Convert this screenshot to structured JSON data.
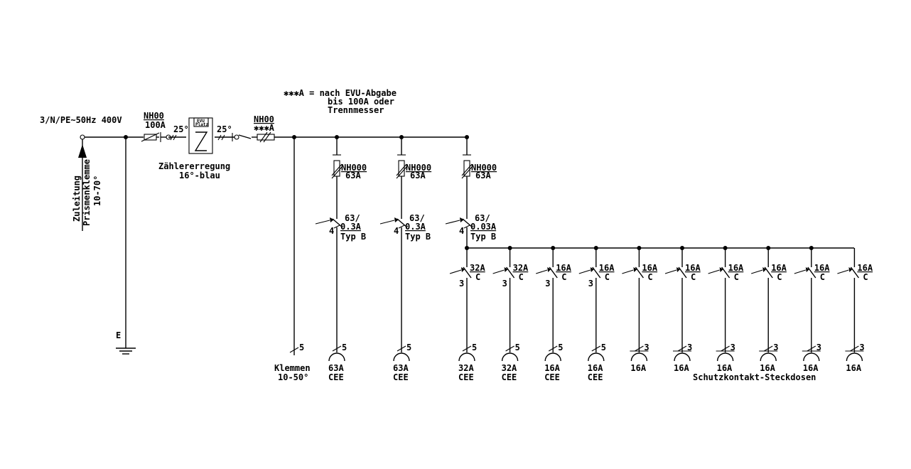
{
  "supply": {
    "label": "3/N/PE~50Hz 400V",
    "feed_lines": [
      "Zuleitung",
      "Prismenklemme",
      "10-70°"
    ],
    "earth_label": "E"
  },
  "main_fuse": {
    "type": "NH00",
    "rating": "100A"
  },
  "meter": {
    "symbol": "Z",
    "badge_lines": [
      "EVU",
      "Platz"
    ],
    "in_cable": "25°",
    "out_cable": "25°",
    "excitation_lines": [
      "Zählererregung",
      "16°-blau"
    ]
  },
  "evu_fuse": {
    "type": "NH00",
    "rating": "✱✱✱A"
  },
  "note": {
    "lines": [
      "✱✱✱A = nach EVU-Abgabe",
      "bis 100A oder",
      "Trennmesser"
    ]
  },
  "terminals": {
    "wires": "5",
    "lines": [
      "Klemmen",
      "10-50°"
    ]
  },
  "branches": [
    {
      "fuse_type": "NH000",
      "fuse_rating": "63A",
      "rcd_rating": "63/",
      "rcd_trip": "0.3A",
      "rcd_type": "Typ B",
      "rcd_poles": "4",
      "outlet_wires": "5",
      "outlet_lines": [
        "63A",
        "CEE"
      ]
    },
    {
      "fuse_type": "NH000",
      "fuse_rating": "63A",
      "rcd_rating": "63/",
      "rcd_trip": "0.3A",
      "rcd_type": "Typ B",
      "rcd_poles": "4",
      "outlet_wires": "5",
      "outlet_lines": [
        "63A",
        "CEE"
      ]
    },
    {
      "fuse_type": "NH000",
      "fuse_rating": "63A",
      "rcd_rating": "63/",
      "rcd_trip": "0.03A",
      "rcd_type": "Typ B",
      "rcd_poles": "4"
    }
  ],
  "circuits": [
    {
      "rating": "32A",
      "char": "C",
      "poles": "3",
      "wires": "5",
      "outlet_lines": [
        "32A",
        "CEE"
      ]
    },
    {
      "rating": "32A",
      "char": "C",
      "poles": "3",
      "wires": "5",
      "outlet_lines": [
        "32A",
        "CEE"
      ]
    },
    {
      "rating": "16A",
      "char": "C",
      "poles": "3",
      "wires": "5",
      "outlet_lines": [
        "16A",
        "CEE"
      ]
    },
    {
      "rating": "16A",
      "char": "C",
      "poles": "3",
      "wires": "5",
      "outlet_lines": [
        "16A",
        "CEE"
      ]
    },
    {
      "rating": "16A",
      "char": "C",
      "poles": "",
      "wires": "3",
      "outlet_lines": [
        "16A"
      ]
    },
    {
      "rating": "16A",
      "char": "C",
      "poles": "",
      "wires": "3",
      "outlet_lines": [
        "16A"
      ]
    },
    {
      "rating": "16A",
      "char": "C",
      "poles": "",
      "wires": "3",
      "outlet_lines": [
        "16A"
      ]
    },
    {
      "rating": "16A",
      "char": "C",
      "poles": "",
      "wires": "3",
      "outlet_lines": [
        "16A"
      ]
    },
    {
      "rating": "16A",
      "char": "C",
      "poles": "",
      "wires": "3",
      "outlet_lines": [
        "16A"
      ]
    },
    {
      "rating": "16A",
      "char": "C",
      "poles": "",
      "wires": "3",
      "outlet_lines": [
        "16A"
      ]
    }
  ],
  "schuko_label": "Schutzkontakt-Steckdosen"
}
